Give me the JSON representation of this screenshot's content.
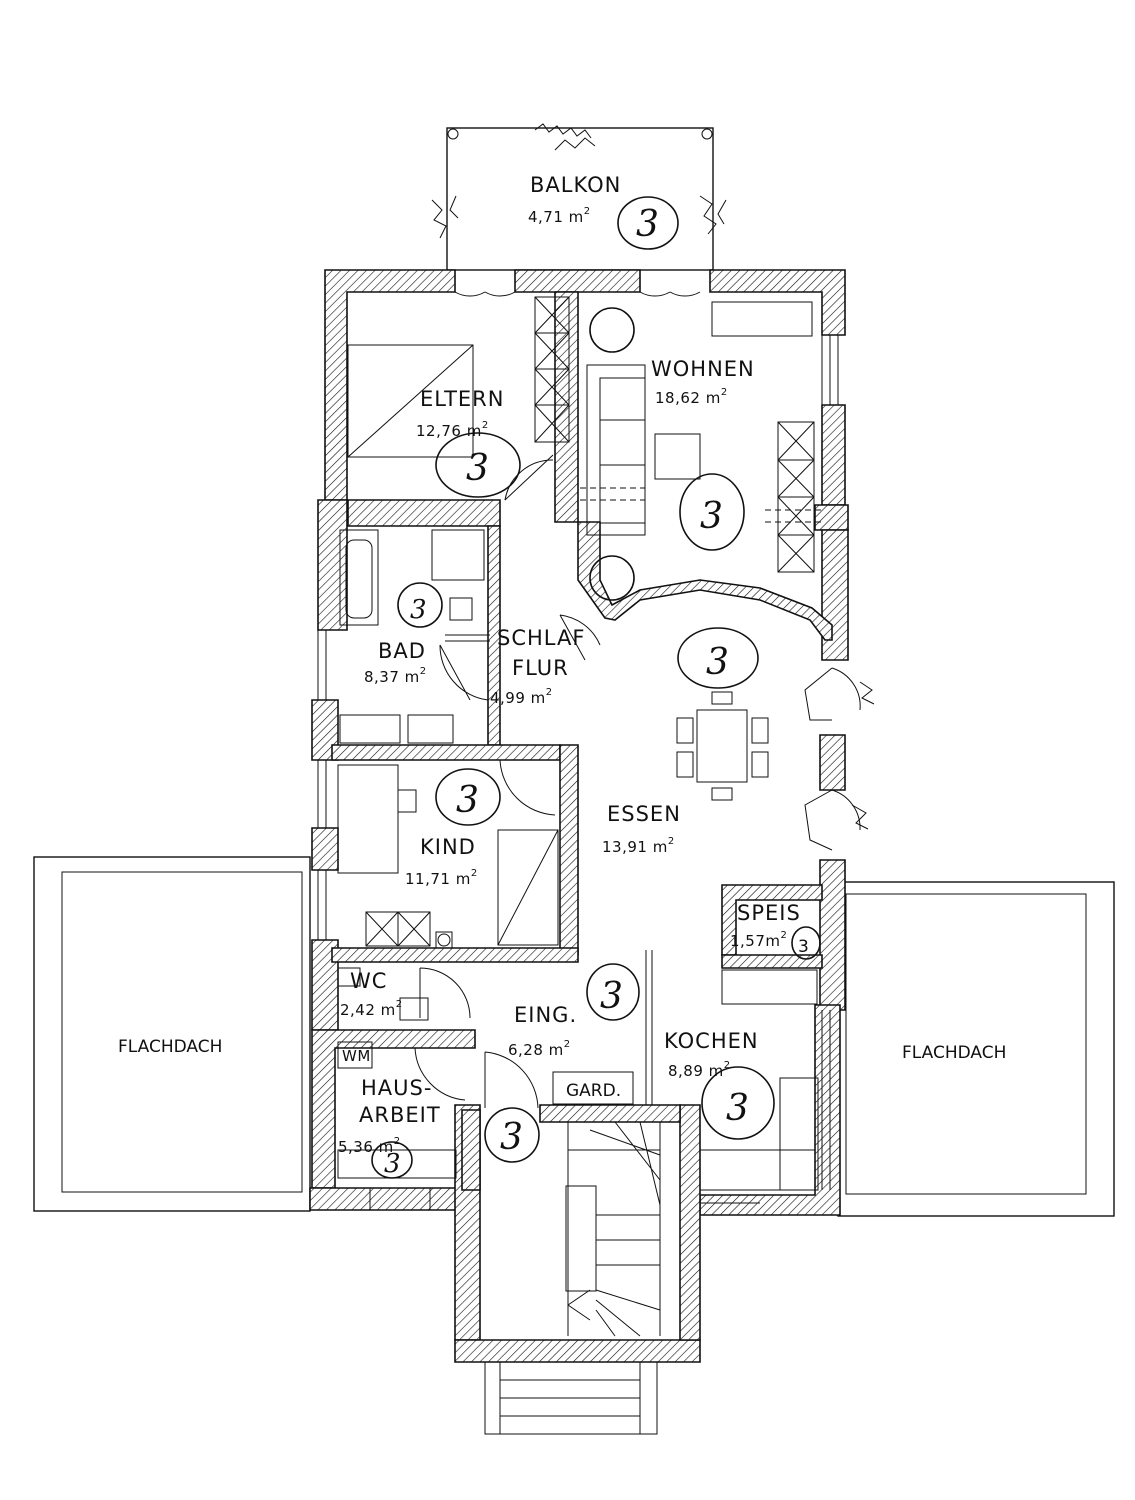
{
  "plan": {
    "rooms": {
      "balkon": {
        "name": "BALKON",
        "area": "4,71 m",
        "sup": "2",
        "mark": "3"
      },
      "eltern": {
        "name": "ELTERN",
        "area": "12,76 m",
        "sup": "2",
        "mark": "3"
      },
      "wohnen": {
        "name": "WOHNEN",
        "area": "18,62 m",
        "sup": "2",
        "mark": "3"
      },
      "bad": {
        "name": "BAD",
        "area": "8,37 m",
        "sup": "2",
        "mark": "3"
      },
      "schlafflur": {
        "name1": "SCHLAF",
        "name2": "FLUR",
        "area": "4,99 m",
        "sup": "2"
      },
      "essen": {
        "name": "ESSEN",
        "area": "13,91 m",
        "sup": "2",
        "mark": "3"
      },
      "kind": {
        "name": "KIND",
        "area": "11,71 m",
        "sup": "2",
        "mark": "3"
      },
      "speis": {
        "name": "SPEIS",
        "area": "1,57m",
        "sup": "2",
        "mark": "3"
      },
      "wc": {
        "name": "WC",
        "area": "2,42 m",
        "sup": "2"
      },
      "eing": {
        "name": "EING.",
        "area": "6,28 m",
        "sup": "2",
        "mark": "3"
      },
      "kochen": {
        "name": "KOCHEN",
        "area": "8,89 m",
        "sup": "2",
        "mark": "3"
      },
      "hausarbeit": {
        "name1": "HAUS-",
        "name2": "ARBEIT",
        "area": "5,36 m",
        "sup": "2",
        "mark": "3"
      },
      "stair": {
        "mark": "3"
      },
      "flachdach_left": {
        "name": "FLACHDACH"
      },
      "flachdach_right": {
        "name": "FLACHDACH"
      }
    },
    "fixtures": {
      "washing_machine": "WM",
      "garderobe": "GARD."
    }
  }
}
